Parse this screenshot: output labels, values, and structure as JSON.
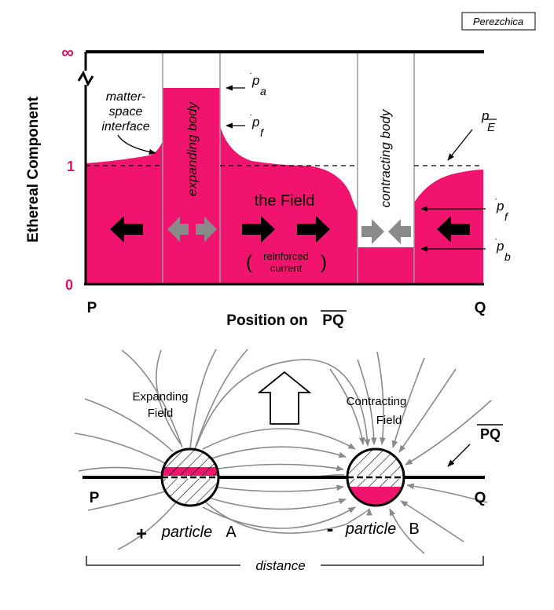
{
  "credit": "Perezchica",
  "top": {
    "y_axis_title": "Ethereal Component",
    "y_ticks": {
      "infinity": "∞",
      "one": "1",
      "zero": "0"
    },
    "x_axis_title": "Position on",
    "x_axis_segment": "PQ",
    "x_end_left": "P",
    "x_end_right": "Q",
    "labels": {
      "interface_line1": "matter-",
      "interface_line2": "space",
      "interface_line3": "interface",
      "expanding_body": "expanding body",
      "contracting_body": "contracting body",
      "the_field": "the Field",
      "reinforced_line1": "reinforced",
      "reinforced_line2": "current",
      "paren_open": "(",
      "paren_close": ")"
    },
    "p_labels": {
      "pa_main": "p",
      "pa_sub": "a",
      "pf_main": "p",
      "pf_sub": "f",
      "pE_main": "p",
      "pE_sub": "E",
      "pf2_main": "p",
      "pf2_sub": "f",
      "pb_main": "p",
      "pb_sub": "b"
    },
    "colors": {
      "fill": "#f0146e",
      "tick": "#e0106a"
    }
  },
  "bottom": {
    "expanding_line1": "Expanding",
    "expanding_line2": "Field",
    "contracting_line1": "Contracting",
    "contracting_line2": "Field",
    "segment_label": "PQ",
    "end_left": "P",
    "end_right": "Q",
    "particle_a_sign": "+",
    "particle_a_word": "particle",
    "particle_a_letter": "A",
    "particle_b_sign": "-",
    "particle_b_word": "particle",
    "particle_b_letter": "B",
    "distance": "distance"
  }
}
